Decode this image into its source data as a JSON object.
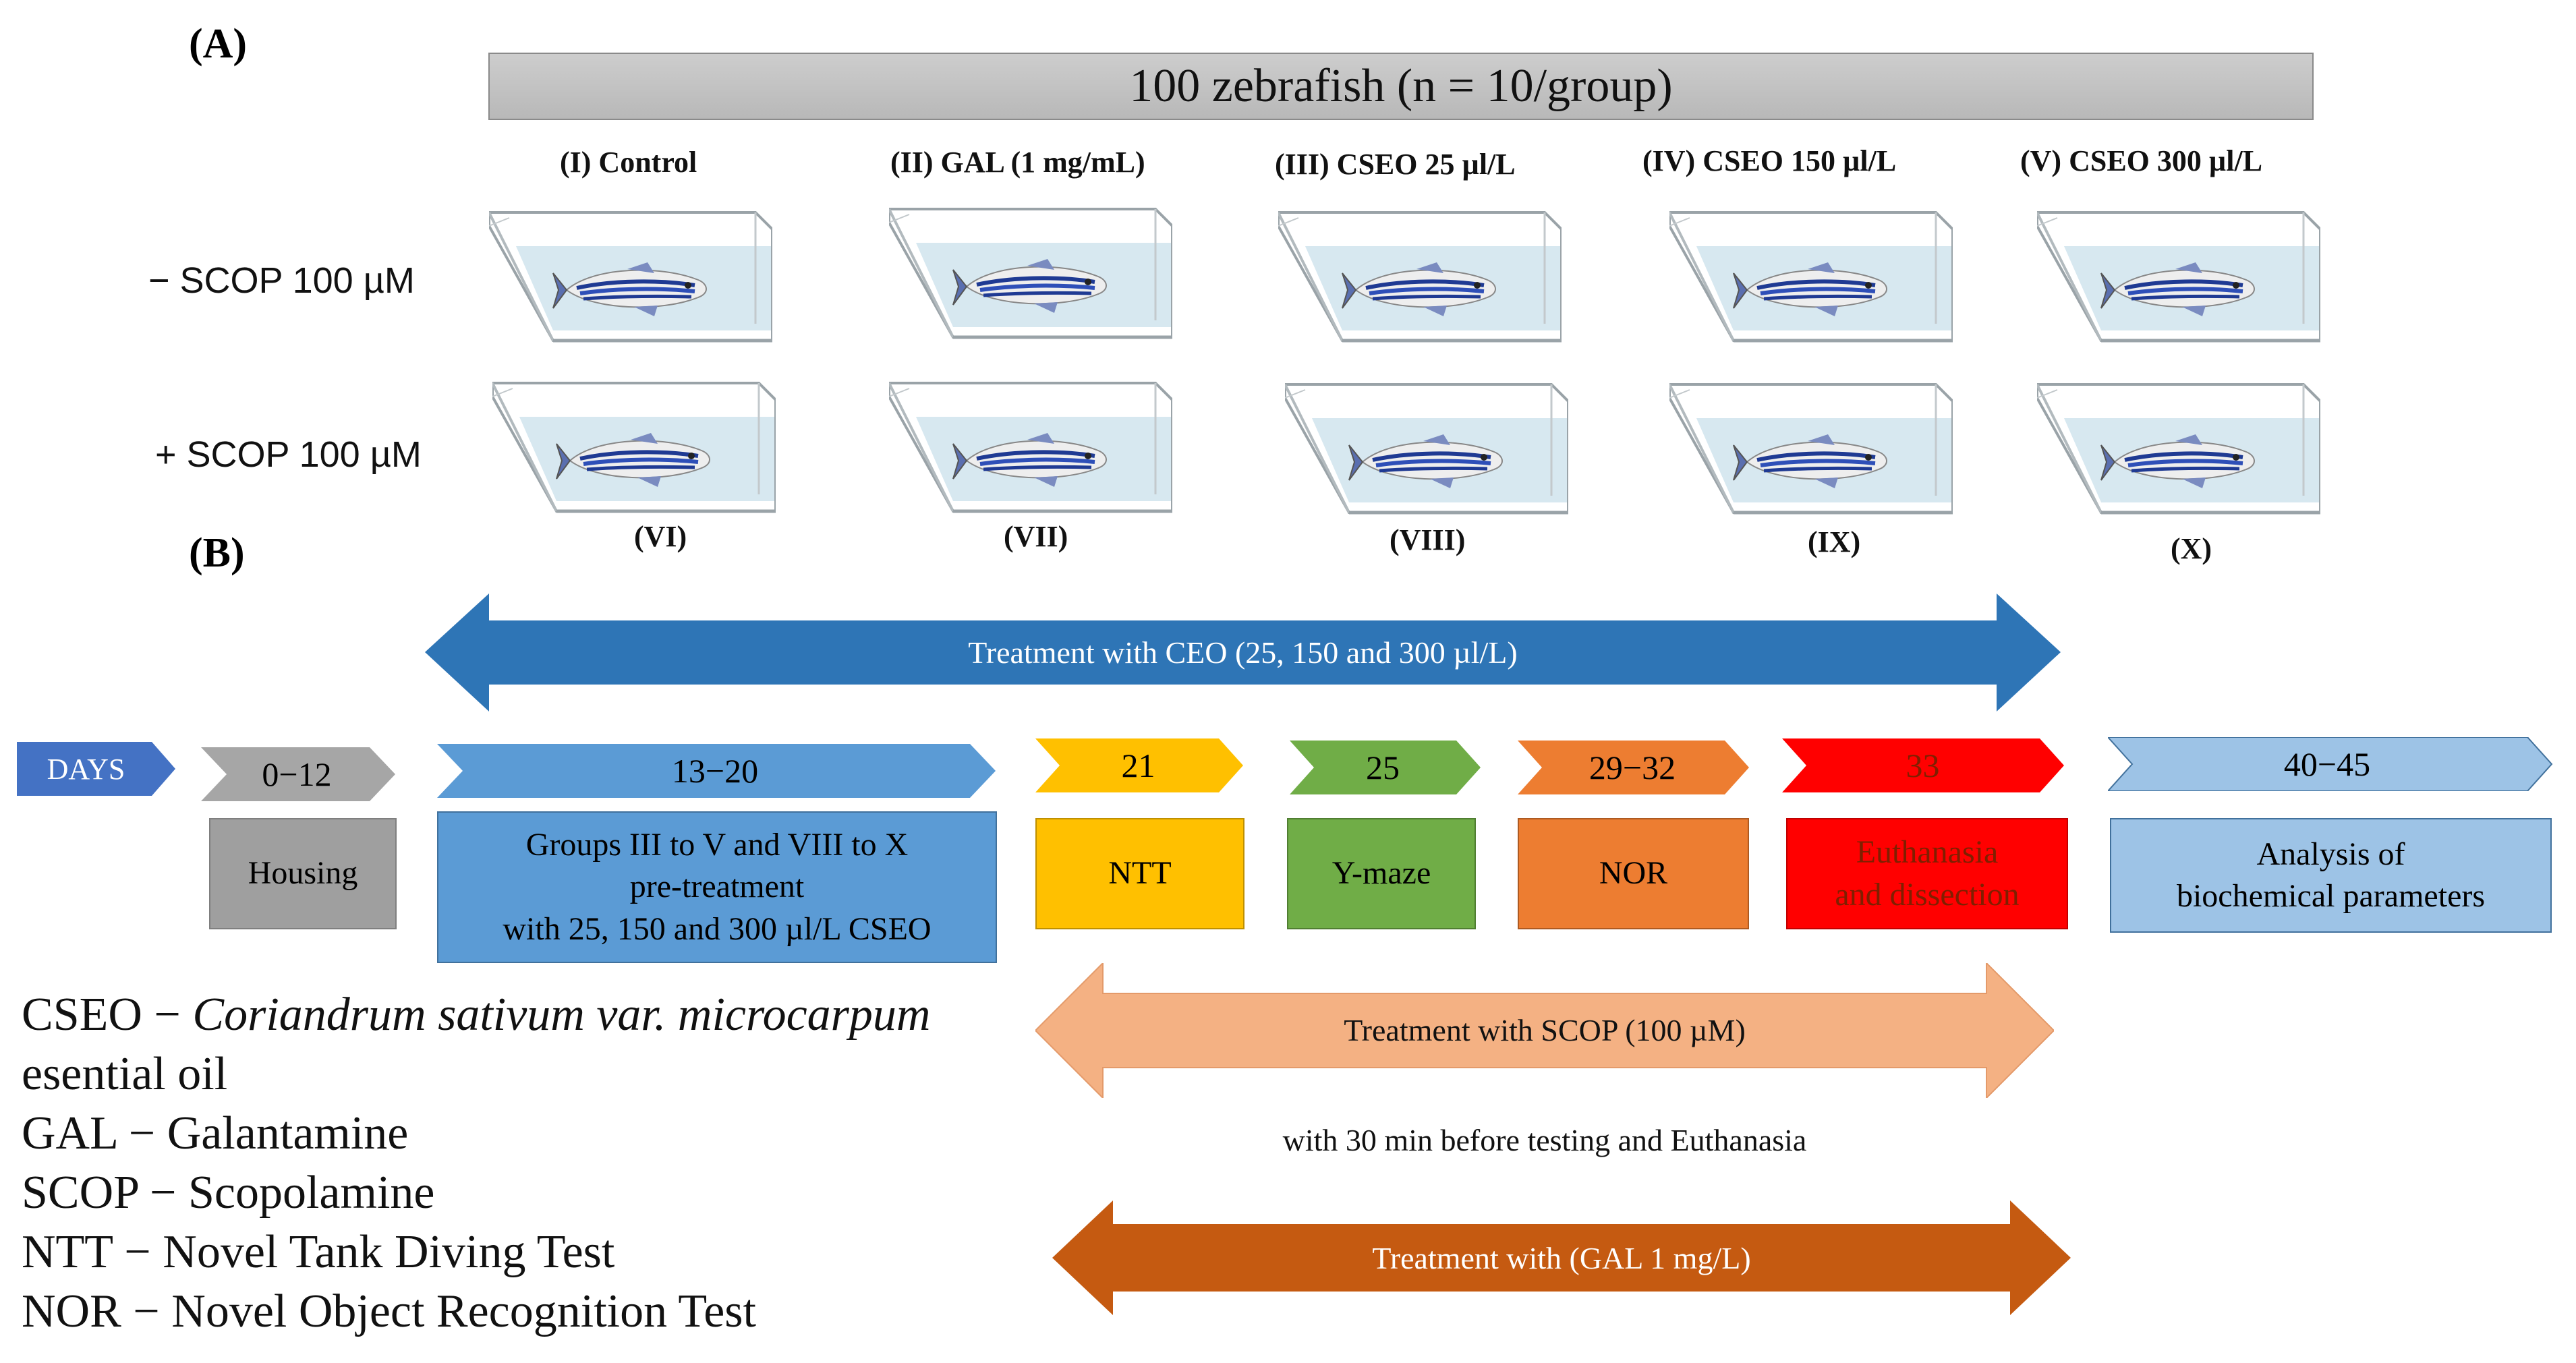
{
  "panel_a": {
    "label": "(A)",
    "header": "100 zebrafish (n = 10/group)",
    "groups_top": [
      {
        "title": "(I) Control"
      },
      {
        "title": "(II) GAL (1 mg/mL)"
      },
      {
        "title": "(III) CSEO 25 µl/L"
      },
      {
        "title": "(IV) CSEO 150 µl/L"
      },
      {
        "title": "(V) CSEO 300 µl/L"
      }
    ],
    "groups_bottom": [
      "(VI)",
      "(VII)",
      "(VIII)",
      "(IX)",
      "(X)"
    ],
    "row_minus": "− SCOP 100 µM",
    "row_plus": "+ SCOP 100 µM"
  },
  "panel_b": {
    "label": "(B)",
    "treatment_ceo": "Treatment with CEO (25, 150 and 300 µl/L)",
    "days_label": "DAYS",
    "stages": [
      {
        "days": "0−12",
        "box": [
          "Housing"
        ],
        "color": "#a6a6a6",
        "box_color": "#9f9f9f",
        "text_color": "#111111"
      },
      {
        "days": "13−20",
        "box": [
          "Groups III  to V and VIII  to X",
          "pre-treatment",
          "with 25, 150 and 300 µl/L CSEO"
        ],
        "color": "#5b9bd5",
        "box_color": "#5b9bd5",
        "text_color": "#111111"
      },
      {
        "days": "21",
        "box": [
          "NTT"
        ],
        "color": "#ffc000",
        "box_color": "#ffc000",
        "text_color": "#111111"
      },
      {
        "days": "25",
        "box": [
          "Y-maze"
        ],
        "color": "#70ad47",
        "box_color": "#70ad47",
        "text_color": "#111111"
      },
      {
        "days": "29−32",
        "box": [
          "NOR"
        ],
        "color": "#ed7d31",
        "box_color": "#ed7d31",
        "text_color": "#111111"
      },
      {
        "days": "33",
        "box": [
          "Euthanasia",
          "and dissection"
        ],
        "color": "#ff0000",
        "box_color": "#ff0000",
        "text_color": "#7f1f00"
      },
      {
        "days": "40−45",
        "box": [
          "Analysis  of",
          "biochemical parameters"
        ],
        "color": "#9dc3e6",
        "box_color": "#9dc3e6",
        "text_color": "#111111"
      }
    ],
    "treatment_scop": "Treatment with SCOP (100 µM)",
    "scop_note": "with 30 min before testing and  Euthanasia",
    "treatment_gal": "Treatment with (GAL 1 mg/L)"
  },
  "legend": {
    "cseo_prefix": "CSEO − ",
    "cseo_italic": "Coriandrum sativum var. microcarpum",
    "cseo_cont": "esential oil",
    "gal": "GAL −  Galantamine",
    "scop": "SCOP − Scopolamine",
    "ntt": "NTT − Novel Tank Diving Test",
    "nor": "NOR − Novel Object Recognition Test"
  },
  "colors": {
    "ceo_arrow": "#2e75b6",
    "scop_arrow": "#f4b183",
    "gal_arrow": "#c55a11",
    "days_chevron": "#4472c4"
  },
  "icons": {
    "tank": "zebrafish-tank-icon"
  }
}
